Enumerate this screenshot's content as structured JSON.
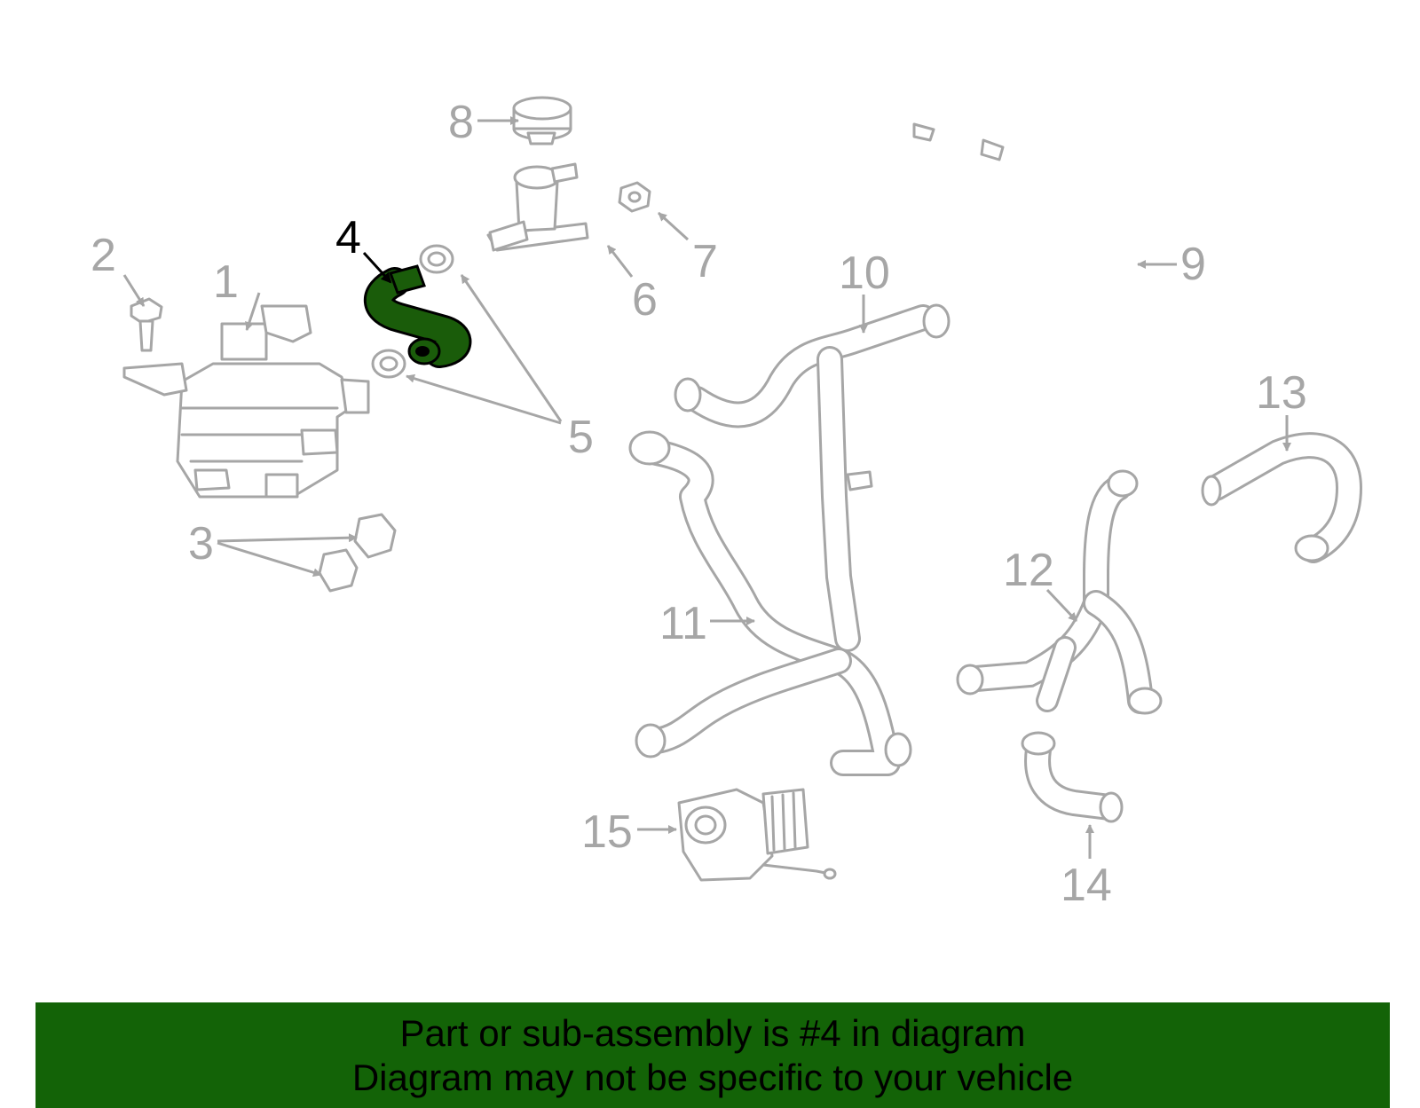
{
  "colors": {
    "highlight": "#1a5c0a",
    "banner": "#136307",
    "part_stroke": "#a6a6a6",
    "highlight_label": "#000000"
  },
  "labels": {
    "p1": "1",
    "p2": "2",
    "p3": "3",
    "p4": "4",
    "p5": "5",
    "p6": "6",
    "p7": "7",
    "p8": "8",
    "p9": "9",
    "p10": "10",
    "p11": "11",
    "p12": "12",
    "p13": "13",
    "p14": "14",
    "p15": "15"
  },
  "highlighted_part": "4",
  "banner": {
    "line1": "Part or sub-assembly is #4 in diagram",
    "line2": "Diagram may not be specific to your vehicle"
  }
}
